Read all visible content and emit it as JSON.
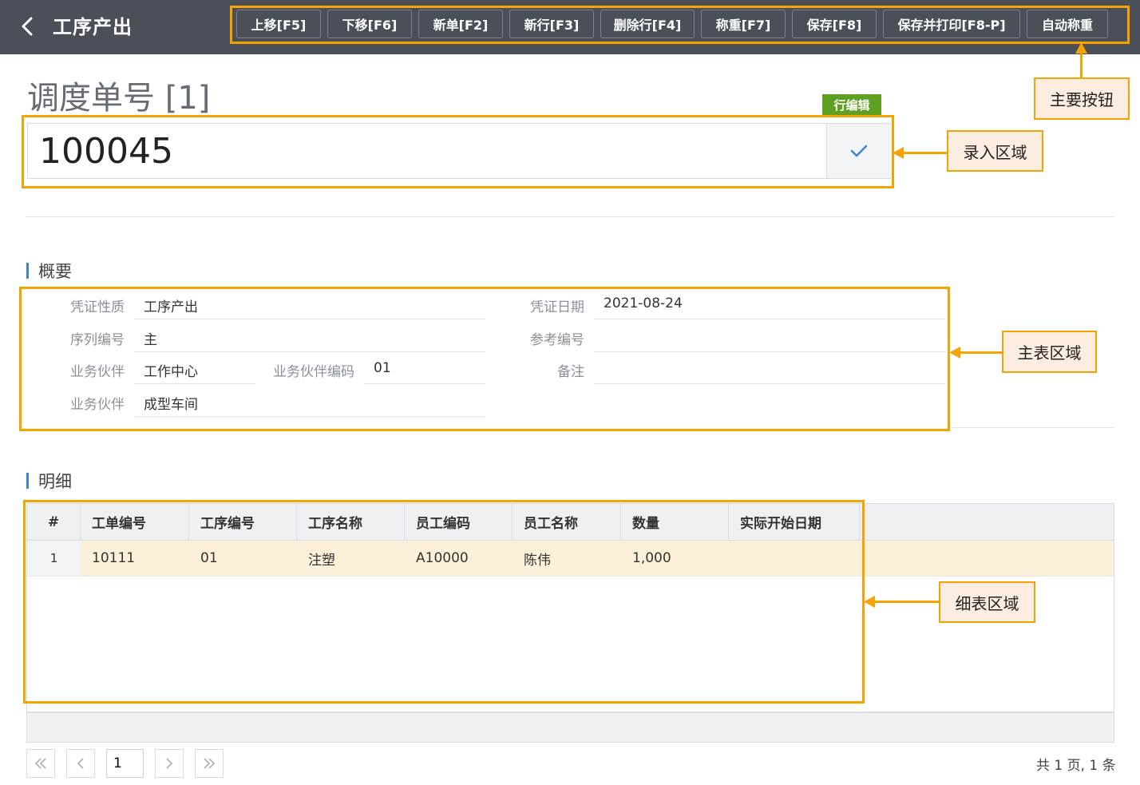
{
  "header": {
    "back_icon": "chevron-left-icon",
    "title": "工序产出",
    "toolbar": [
      "上移[F5]",
      "下移[F6]",
      "新单[F2]",
      "新行[F3]",
      "删除行[F4]",
      "称重[F7]",
      "保存[F8]",
      "保存并打印[F8-P]",
      "自动称重"
    ]
  },
  "document": {
    "title": "调度单号 [1]",
    "row_edit_badge": "行编辑",
    "entry_value": "100045",
    "confirm_icon": "check-icon"
  },
  "summary": {
    "section_title": "概要",
    "fields": {
      "voucher_type_label": "凭证性质",
      "voucher_type_value": "工序产出",
      "sequence_no_label": "序列编号",
      "sequence_no_value": "主",
      "partner_label": "业务伙伴",
      "partner_value": "工作中心",
      "partner_code_label": "业务伙伴编码",
      "partner_code_value": "01",
      "partner2_label": "业务伙伴",
      "partner2_value": "成型车间",
      "voucher_date_label": "凭证日期",
      "voucher_date_value": "2021-08-24",
      "reference_no_label": "参考编号",
      "reference_no_value": "",
      "remarks_label": "备注",
      "remarks_value": ""
    }
  },
  "detail": {
    "section_title": "明细",
    "columns": [
      "#",
      "工单编号",
      "工序编号",
      "工序名称",
      "员工编码",
      "员工名称",
      "数量",
      "实际开始日期"
    ],
    "rows": [
      [
        "1",
        "10111",
        "01",
        "注塑",
        "A10000",
        "陈伟",
        "1,000",
        ""
      ]
    ]
  },
  "pager": {
    "first_icon": "double-chevron-left-icon",
    "prev_icon": "chevron-left-icon",
    "page_value": "1",
    "next_icon": "chevron-right-icon",
    "last_icon": "double-chevron-right-icon",
    "info": "共 1 页, 1 条"
  },
  "annotations": {
    "main_buttons": "主要按钮",
    "entry_area": "录入区域",
    "master_area": "主表区域",
    "detail_area": "细表区域"
  },
  "colors": {
    "header_bg": "#4a4f58",
    "highlight": "#f5a300",
    "badge_green": "#5fa022",
    "row_selected": "#fdf0d8",
    "section_bar": "#3a86d6"
  }
}
